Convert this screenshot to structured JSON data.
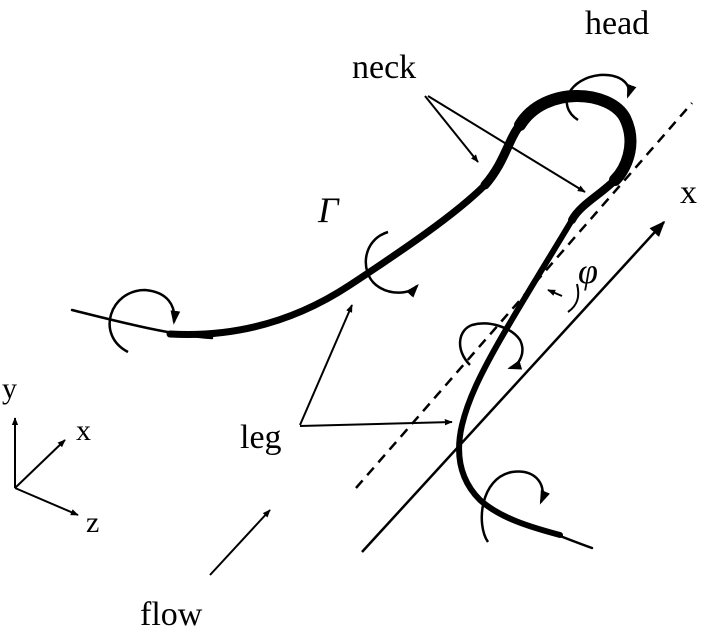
{
  "labels": {
    "head": "head",
    "neck": "neck",
    "gamma": "Γ",
    "x_axis": "x",
    "phi": "φ",
    "leg": "leg",
    "flow": "flow"
  },
  "coordinate_system": {
    "y": "y",
    "x": "x",
    "z": "z"
  },
  "colors": {
    "ink": "#000000",
    "background": "#ffffff"
  }
}
